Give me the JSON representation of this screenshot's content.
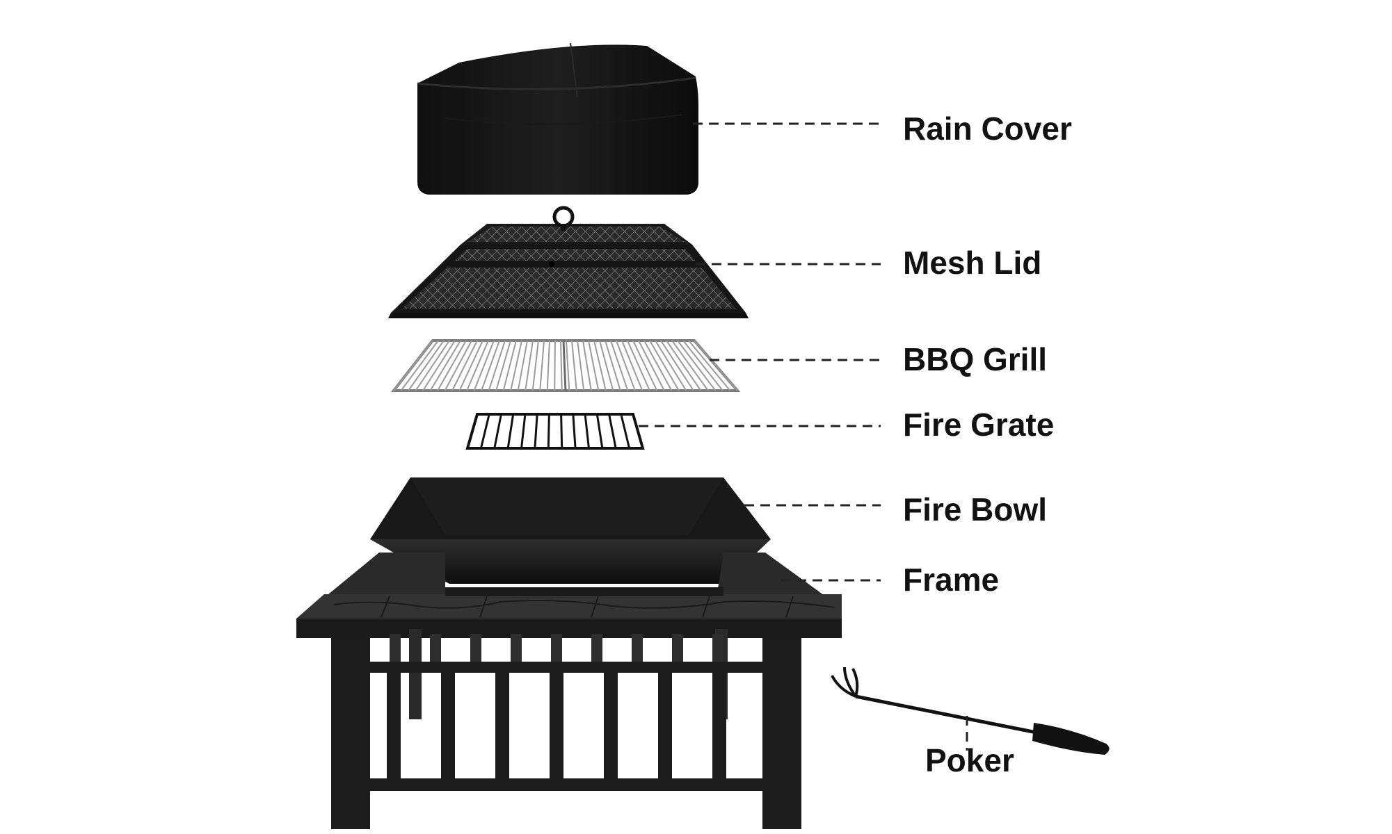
{
  "parts": [
    {
      "id": "rain-cover",
      "label": "Rain Cover"
    },
    {
      "id": "mesh-lid",
      "label": "Mesh Lid"
    },
    {
      "id": "bbq-grill",
      "label": "BBQ Grill"
    },
    {
      "id": "fire-grate",
      "label": "Fire Grate"
    },
    {
      "id": "fire-bowl",
      "label": "Fire Bowl"
    },
    {
      "id": "frame",
      "label": "Frame"
    },
    {
      "id": "poker",
      "label": "Poker"
    }
  ],
  "colors": {
    "metal": "#1c1c1c",
    "metal_light": "#3a3a3a",
    "cover": "#141414",
    "grill": "#8a8a8a",
    "text": "#111111"
  }
}
